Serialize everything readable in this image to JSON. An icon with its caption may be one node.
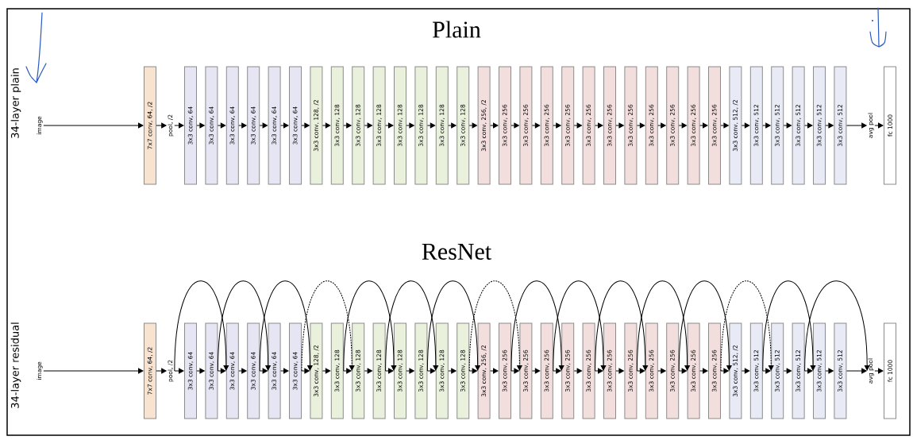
{
  "diagram": {
    "nodes": [
      {
        "text": [
          "image"
        ]
      },
      {
        "text": [
          "7x7 conv, 64, /2"
        ]
      },
      {
        "text": [
          "pool, /2"
        ]
      },
      {
        "text": [
          "3x3 conv, 64"
        ]
      },
      {
        "text": [
          "3x3 conv, 64"
        ]
      },
      {
        "text": [
          "3x3 conv, 64"
        ]
      },
      {
        "text": [
          "3x3 conv, 64"
        ]
      },
      {
        "text": [
          "3x3 conv, 64"
        ]
      },
      {
        "text": [
          "3x3 conv, 64"
        ]
      },
      {
        "text": [
          "3x3 conv, 128, /2"
        ]
      },
      {
        "text": [
          "3x3 conv, 128"
        ]
      },
      {
        "text": [
          "3x3 conv, 128"
        ]
      },
      {
        "text": [
          "3x3 conv, 128"
        ]
      },
      {
        "text": [
          "3x3 conv, 128"
        ]
      },
      {
        "text": [
          "3x3 conv, 128"
        ]
      },
      {
        "text": [
          "3x3 conv, 128"
        ]
      },
      {
        "text": [
          "3x3 conv, 128"
        ]
      },
      {
        "text": [
          "3x3 conv, 256, /2"
        ]
      },
      {
        "text": [
          "3x3 conv, 256"
        ]
      },
      {
        "text": [
          "3x3 conv, 256"
        ]
      },
      {
        "text": [
          "3x3 conv, 256"
        ]
      },
      {
        "text": [
          "3x3 conv, 256"
        ]
      },
      {
        "text": [
          "3x3 conv, 256"
        ]
      },
      {
        "text": [
          "3x3 conv, 256"
        ]
      },
      {
        "text": [
          "3x3 conv, 256"
        ]
      },
      {
        "text": [
          "3x3 conv, 256"
        ]
      },
      {
        "text": [
          "3x3 conv, 256"
        ]
      },
      {
        "text": [
          "3x3 conv, 256"
        ]
      },
      {
        "text": [
          "3x3 conv, 256"
        ]
      },
      {
        "text": [
          "3x3 conv, 512, /2"
        ]
      },
      {
        "text": [
          "3x3 conv, 512"
        ]
      },
      {
        "text": [
          "3x3 conv, 512"
        ]
      },
      {
        "text": [
          "3x3 conv, 512"
        ]
      },
      {
        "text": [
          "3x3 conv, 512"
        ]
      },
      {
        "text": [
          "3x3 conv, 512"
        ]
      },
      {
        "text": [
          "avg pool"
        ]
      },
      {
        "text": [
          "fc 1000"
        ]
      },
      {
        "text": [
          "image"
        ]
      },
      {
        "text": [
          "7x7 conv, 64, /2"
        ]
      },
      {
        "text": [
          "pool, /2"
        ]
      },
      {
        "text": [
          "3x3 conv, 64"
        ]
      },
      {
        "text": [
          "3x3 conv, 64"
        ]
      },
      {
        "text": [
          "3x3 conv, 64"
        ]
      },
      {
        "text": [
          "3x3 conv, 64"
        ]
      },
      {
        "text": [
          "3x3 conv, 64"
        ]
      },
      {
        "text": [
          "3x3 conv, 64"
        ]
      },
      {
        "text": [
          "3x3 conv, 128, /2"
        ]
      },
      {
        "text": [
          "3x3 conv, 128"
        ]
      },
      {
        "text": [
          "3x3 conv, 128"
        ]
      },
      {
        "text": [
          "3x3 conv, 128"
        ]
      },
      {
        "text": [
          "3x3 conv, 128"
        ]
      },
      {
        "text": [
          "3x3 conv, 128"
        ]
      },
      {
        "text": [
          "3x3 conv, 128"
        ]
      },
      {
        "text": [
          "3x3 conv, 128"
        ]
      },
      {
        "text": [
          "3x3 conv, 256, /2"
        ]
      },
      {
        "text": [
          "3x3 conv, 256"
        ]
      },
      {
        "text": [
          "3x3 conv, 256"
        ]
      },
      {
        "text": [
          "3x3 conv, 256"
        ]
      },
      {
        "text": [
          "3x3 conv, 256"
        ]
      },
      {
        "text": [
          "3x3 conv, 256"
        ]
      },
      {
        "text": [
          "3x3 conv, 256"
        ]
      },
      {
        "text": [
          "3x3 conv, 256"
        ]
      },
      {
        "text": [
          "3x3 conv, 256"
        ]
      },
      {
        "text": [
          "3x3 conv, 256"
        ]
      },
      {
        "text": [
          "3x3 conv, 256"
        ]
      },
      {
        "text": [
          "3x3 conv, 256"
        ]
      },
      {
        "text": [
          "3x3 conv, 512, /2"
        ]
      },
      {
        "text": [
          "3x3 conv, 512"
        ]
      },
      {
        "text": [
          "3x3 conv, 512"
        ]
      },
      {
        "text": [
          "3x3 conv, 512"
        ]
      },
      {
        "text": [
          "3x3 conv, 512"
        ]
      },
      {
        "text": [
          "3x3 conv, 512"
        ]
      },
      {
        "text": [
          "avg pool"
        ]
      },
      {
        "text": [
          "fc 1000"
        ]
      }
    ],
    "edges": [
      {
        "from": 0,
        "to": 1,
        "arrow": "to"
      },
      {
        "from": 1,
        "to": 2,
        "arrow": "to"
      },
      {
        "from": 2,
        "to": 3,
        "arrow": "to"
      },
      {
        "from": 3,
        "to": 4,
        "arrow": "to"
      },
      {
        "from": 4,
        "to": 5,
        "arrow": "to"
      },
      {
        "from": 5,
        "to": 6,
        "arrow": "to"
      },
      {
        "from": 6,
        "to": 7,
        "arrow": "to"
      },
      {
        "from": 7,
        "to": 8,
        "arrow": "to"
      },
      {
        "from": 8,
        "to": 9,
        "arrow": "to"
      },
      {
        "from": 9,
        "to": 10,
        "arrow": "to"
      },
      {
        "from": 10,
        "to": 11,
        "arrow": "to"
      },
      {
        "from": 11,
        "to": 12,
        "arrow": "to"
      },
      {
        "from": 12,
        "to": 13,
        "arrow": "to"
      },
      {
        "from": 13,
        "to": 14,
        "arrow": "to"
      },
      {
        "from": 14,
        "to": 15,
        "arrow": "to"
      },
      {
        "from": 15,
        "to": 16,
        "arrow": "to"
      },
      {
        "from": 16,
        "to": 17,
        "arrow": "to"
      },
      {
        "from": 17,
        "to": 18,
        "arrow": "to"
      },
      {
        "from": 18,
        "to": 19,
        "arrow": "to"
      },
      {
        "from": 19,
        "to": 20,
        "arrow": "to"
      },
      {
        "from": 20,
        "to": 21,
        "arrow": "to"
      },
      {
        "from": 21,
        "to": 22,
        "arrow": "to"
      },
      {
        "from": 22,
        "to": 23,
        "arrow": "to"
      },
      {
        "from": 23,
        "to": 24,
        "arrow": "to"
      },
      {
        "from": 24,
        "to": 25,
        "arrow": "to"
      },
      {
        "from": 25,
        "to": 26,
        "arrow": "to"
      },
      {
        "from": 26,
        "to": 27,
        "arrow": "to"
      },
      {
        "from": 27,
        "to": 28,
        "arrow": "to"
      },
      {
        "from": 28,
        "to": 29,
        "arrow": "to"
      },
      {
        "from": 29,
        "to": 30,
        "arrow": "to"
      },
      {
        "from": 30,
        "to": 31,
        "arrow": "to"
      },
      {
        "from": 31,
        "to": 32,
        "arrow": "to"
      },
      {
        "from": 32,
        "to": 33,
        "arrow": "to"
      },
      {
        "from": 33,
        "to": 34,
        "arrow": "to"
      },
      {
        "from": 34,
        "to": 35,
        "arrow": "to"
      },
      {
        "from": 35,
        "to": 36,
        "arrow": "to"
      },
      {
        "from": 37,
        "to": 38,
        "arrow": "to"
      },
      {
        "from": 38,
        "to": 39,
        "arrow": "to"
      },
      {
        "from": 39,
        "to": 40,
        "arrow": "to"
      },
      {
        "from": 40,
        "to": 41,
        "arrow": "to"
      },
      {
        "from": 41,
        "to": 42,
        "arrow": "to"
      },
      {
        "from": 42,
        "to": 43,
        "arrow": "to"
      },
      {
        "from": 43,
        "to": 44,
        "arrow": "to"
      },
      {
        "from": 44,
        "to": 45,
        "arrow": "to"
      },
      {
        "from": 45,
        "to": 46,
        "arrow": "to"
      },
      {
        "from": 46,
        "to": 47,
        "arrow": "to"
      },
      {
        "from": 47,
        "to": 48,
        "arrow": "to"
      },
      {
        "from": 48,
        "to": 49,
        "arrow": "to"
      },
      {
        "from": 49,
        "to": 50,
        "arrow": "to"
      },
      {
        "from": 50,
        "to": 51,
        "arrow": "to"
      },
      {
        "from": 51,
        "to": 52,
        "arrow": "to"
      },
      {
        "from": 52,
        "to": 53,
        "arrow": "to"
      },
      {
        "from": 53,
        "to": 54,
        "arrow": "to"
      },
      {
        "from": 54,
        "to": 55,
        "arrow": "to"
      },
      {
        "from": 55,
        "to": 56,
        "arrow": "to"
      },
      {
        "from": 56,
        "to": 57,
        "arrow": "to"
      },
      {
        "from": 57,
        "to": 58,
        "arrow": "to"
      },
      {
        "from": 58,
        "to": 59,
        "arrow": "to"
      },
      {
        "from": 59,
        "to": 60,
        "arrow": "to"
      },
      {
        "from": 60,
        "to": 61,
        "arrow": "to"
      },
      {
        "from": 61,
        "to": 62,
        "arrow": "to"
      },
      {
        "from": 62,
        "to": 63,
        "arrow": "to"
      },
      {
        "from": 63,
        "to": 64,
        "arrow": "to"
      },
      {
        "from": 64,
        "to": 65,
        "arrow": "to"
      },
      {
        "from": 65,
        "to": 66,
        "arrow": "to"
      },
      {
        "from": 66,
        "to": 67,
        "arrow": "to"
      },
      {
        "from": 67,
        "to": 68,
        "arrow": "to"
      },
      {
        "from": 68,
        "to": 69,
        "arrow": "to"
      },
      {
        "from": 69,
        "to": 70,
        "arrow": "to"
      },
      {
        "from": 70,
        "to": 71,
        "arrow": "to"
      },
      {
        "from": 71,
        "to": 72,
        "arrow": "to"
      },
      {
        "from": 72,
        "to": 73,
        "arrow": "to"
      },
      {
        "from": 39,
        "to": 42,
        "arrow": "to"
      },
      {
        "from": 41,
        "to": 44,
        "arrow": "to"
      },
      {
        "from": 43,
        "to": 46,
        "arrow": "to"
      },
      {
        "from": 45,
        "to": 48,
        "arrow": "to",
        "style": "dashed"
      },
      {
        "from": 47,
        "to": 50,
        "arrow": "to"
      },
      {
        "from": 49,
        "to": 52,
        "arrow": "to"
      },
      {
        "from": 51,
        "to": 54,
        "arrow": "to"
      },
      {
        "from": 53,
        "to": 56,
        "arrow": "to",
        "style": "dashed"
      },
      {
        "from": 55,
        "to": 58,
        "arrow": "to"
      },
      {
        "from": 57,
        "to": 60,
        "arrow": "to"
      },
      {
        "from": 59,
        "to": 62,
        "arrow": "to"
      },
      {
        "from": 61,
        "to": 64,
        "arrow": "to"
      },
      {
        "from": 63,
        "to": 66,
        "arrow": "to"
      },
      {
        "from": 65,
        "to": 68,
        "arrow": "to",
        "style": "dashed"
      },
      {
        "from": 67,
        "to": 70,
        "arrow": "to"
      },
      {
        "from": 69,
        "to": 72,
        "arrow": "to"
      }
    ],
    "labels": [
      "Plain",
      "34-layer plain",
      "ResNet",
      "34-layer residual"
    ]
  }
}
